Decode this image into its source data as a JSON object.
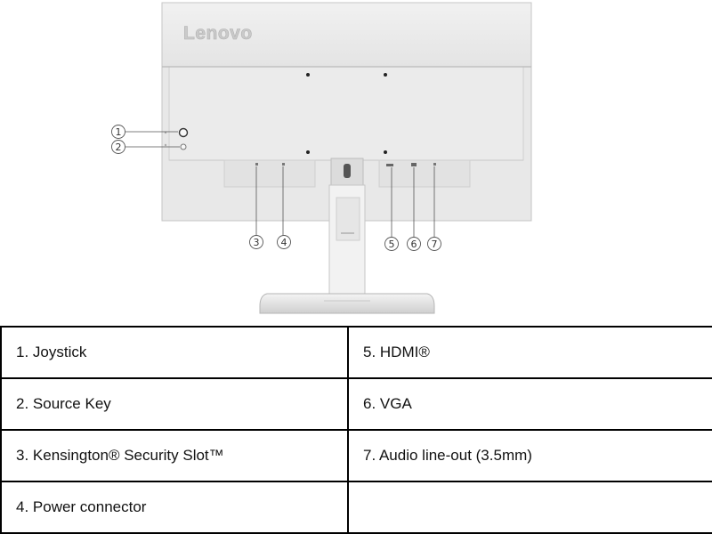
{
  "figure": {
    "brand_logo": "Lenovo",
    "callouts": [
      "1",
      "2",
      "3",
      "4",
      "5",
      "6",
      "7"
    ]
  },
  "table": {
    "rows": [
      [
        "1. Joystick",
        "5. HDMI®"
      ],
      [
        "2. Source Key",
        "6. VGA"
      ],
      [
        "3. Kensington® Security Slot™",
        "7. Audio line-out (3.5mm)"
      ],
      [
        "4. Power connector",
        ""
      ]
    ]
  },
  "colors": {
    "monitor_body": "#e9e9e9",
    "monitor_edge": "#bdbdbd",
    "table_border": "#000000"
  }
}
